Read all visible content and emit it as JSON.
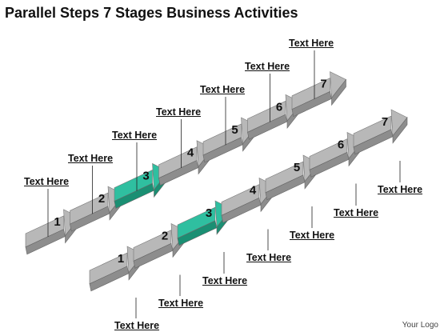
{
  "title": "Parallel Steps 7 Stages Business Activities",
  "logo": "Your Logo",
  "colors": {
    "step_gray": "#b8b8b8",
    "step_gray_dark": "#8d8d8d",
    "highlight": "#2fbfa0",
    "highlight_dark": "#1a8f73"
  },
  "rows": [
    {
      "highlight_step": 3,
      "steps": [
        {
          "number": "1",
          "label": "Text Here"
        },
        {
          "number": "2",
          "label": "Text Here"
        },
        {
          "number": "3",
          "label": "Text Here"
        },
        {
          "number": "4",
          "label": "Text Here"
        },
        {
          "number": "5",
          "label": "Text Here"
        },
        {
          "number": "6",
          "label": "Text Here"
        },
        {
          "number": "7",
          "label": "Text Here"
        }
      ]
    },
    {
      "highlight_step": 3,
      "steps": [
        {
          "number": "1",
          "label": "Text Here"
        },
        {
          "number": "2",
          "label": "Text Here"
        },
        {
          "number": "3",
          "label": "Text Here"
        },
        {
          "number": "4",
          "label": "Text Here"
        },
        {
          "number": "5",
          "label": "Text Here"
        },
        {
          "number": "6",
          "label": "Text Here"
        },
        {
          "number": "7",
          "label": "Text Here"
        }
      ]
    }
  ]
}
